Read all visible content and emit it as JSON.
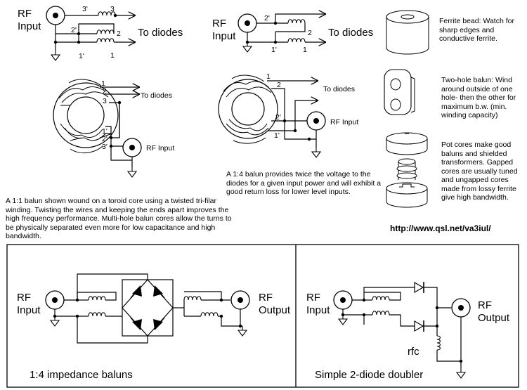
{
  "top_left": {
    "rf_label": "RF",
    "input_label": "Input",
    "to_diodes": "To diodes",
    "pins": [
      "3'",
      "3",
      "2'",
      "2",
      "1'",
      "1"
    ]
  },
  "top_mid": {
    "rf_label": "RF",
    "input_label": "Input",
    "to_diodes": "To diodes",
    "pins": [
      "2'",
      "2",
      "1'",
      "1"
    ]
  },
  "toroid_left": {
    "to_diodes": "To diodes",
    "rf_input": "RF Input",
    "pins": [
      "1",
      "2",
      "3",
      "1'",
      "2'",
      "3'"
    ],
    "caption": "A 1:1 balun shown wound on a toroid core using a twisted tri-filar winding. Twisting the wires and keeping the ends apart improves the high frequency performance. Multi-hole balun cores allow the turns to be physically separated even more for low capacitance and high bandwidth."
  },
  "toroid_mid": {
    "to_diodes": "To diodes",
    "rf_input": "RF Input",
    "pins": [
      "1",
      "2",
      "2'",
      "1'"
    ],
    "caption": "A 1:4 balun provides twice the voltage to the diodes for a given input power and will exhibit a good return loss for lower level inputs."
  },
  "notes": {
    "ferrite_bead": "Ferrite bead: Watch for sharp edges and conductive ferrite.",
    "two_hole": "Two-hole balun: Wind around outside of one hole- then the other for maximum b.w. (min. winding capacity)",
    "pot_cores": "Pot cores make good baluns and shielded transformers. Gapped cores are usually tuned and ungapped cores made from lossy ferrite give high bandwidth."
  },
  "url": "http://www.qsl.net/va3iul/",
  "panel_left": {
    "rf_input_1": "RF",
    "rf_input_2": "Input",
    "rf_output_1": "RF",
    "rf_output_2": "Output",
    "caption": "1:4 impedance baluns"
  },
  "panel_right": {
    "rf_input_1": "RF",
    "rf_input_2": "Input",
    "rf_output_1": "RF",
    "rf_output_2": "Output",
    "rfc": "rfc",
    "caption": "Simple 2-diode doubler"
  }
}
